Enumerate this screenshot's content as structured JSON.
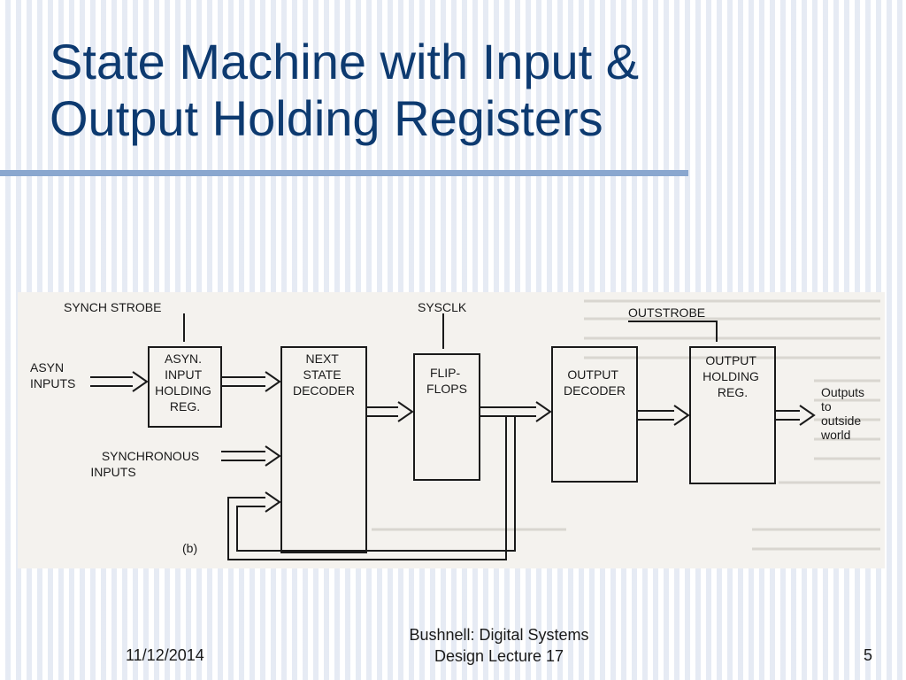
{
  "slide": {
    "title_line1": "State Machine with Input &",
    "title_line2": "Output Holding Registers"
  },
  "diagram": {
    "blocks": {
      "asyn_input_holding_reg": [
        "ASYN.",
        "INPUT",
        "HOLDING",
        "REG."
      ],
      "next_state_decoder": [
        "NEXT",
        "STATE",
        "DECODER"
      ],
      "flip_flops": [
        "FLIP-",
        "FLOPS"
      ],
      "output_decoder": [
        "OUTPUT",
        "DECODER"
      ],
      "output_holding_reg": [
        "OUTPUT",
        "HOLDING",
        "REG."
      ]
    },
    "signals": {
      "synch_strobe": "SYNCH STROBE",
      "sysclk": "SYSCLK",
      "outstrobe": "OUTSTROBE",
      "asyn_inputs": [
        "ASYN",
        "INPUTS"
      ],
      "synchronous_inputs": [
        "SYNCHRONOUS",
        "INPUTS"
      ],
      "outputs": [
        "Outputs",
        "to",
        "outside",
        "world"
      ]
    },
    "figure_label": "(b)"
  },
  "footer": {
    "date": "11/12/2014",
    "course_line1": "Bushnell: Digital Systems",
    "course_line2": "Design Lecture 17",
    "page_number": "5"
  }
}
